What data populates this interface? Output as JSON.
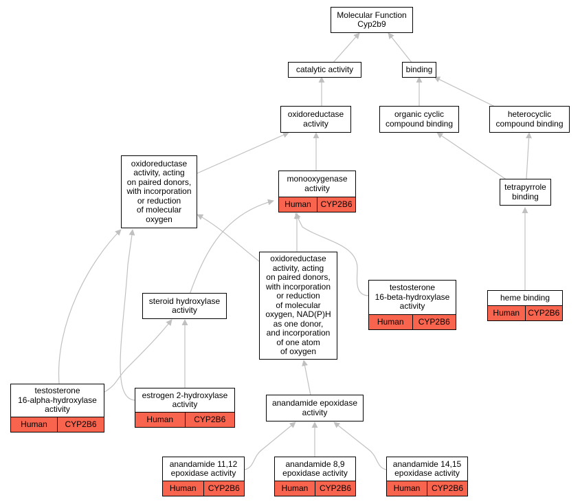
{
  "colors": {
    "edge": "#c0c0c0",
    "tag_fill": "#f8644e",
    "node_border": "#000000"
  },
  "nodes": {
    "molecular_function": {
      "label": "Molecular Function\nCyp2b9"
    },
    "catalytic_activity": {
      "label": "catalytic activity"
    },
    "binding": {
      "label": "binding"
    },
    "oxidoreductase_activity": {
      "label": "oxidoreductase\nactivity"
    },
    "organic_cyclic_compound_binding": {
      "label": "organic cyclic\ncompound binding"
    },
    "heterocyclic_compound_binding": {
      "label": "heterocyclic\ncompound binding"
    },
    "oxidoreductase_paired_donors": {
      "label": "oxidoreductase\nactivity, acting\non paired donors,\nwith incorporation\nor reduction\nof molecular\noxygen"
    },
    "monooxygenase_activity": {
      "label": "monooxygenase\nactivity",
      "tags": [
        "Human",
        "CYP2B6"
      ]
    },
    "tetrapyrrole_binding": {
      "label": "tetrapyrrole\nbinding"
    },
    "oxidoreductase_nadph": {
      "label": "oxidoreductase\nactivity, acting\non paired donors,\nwith incorporation\nor reduction\nof molecular\noxygen, NAD(P)H\nas one donor,\nand incorporation\nof one atom\nof oxygen"
    },
    "testosterone_16beta": {
      "label": "testosterone\n16-beta-hydroxylase\nactivity",
      "tags": [
        "Human",
        "CYP2B6"
      ]
    },
    "heme_binding": {
      "label": "heme binding",
      "tags": [
        "Human",
        "CYP2B6"
      ]
    },
    "steroid_hydroxylase": {
      "label": "steroid hydroxylase\nactivity"
    },
    "testosterone_16alpha": {
      "label": "testosterone\n16-alpha-hydroxylase\nactivity",
      "tags": [
        "Human",
        "CYP2B6"
      ]
    },
    "estrogen_2_hydroxylase": {
      "label": "estrogen 2-hydroxylase\nactivity",
      "tags": [
        "Human",
        "CYP2B6"
      ]
    },
    "anandamide_epoxidase": {
      "label": "anandamide epoxidase\nactivity"
    },
    "anandamide_11_12": {
      "label": "anandamide 11,12\nepoxidase activity",
      "tags": [
        "Human",
        "CYP2B6"
      ]
    },
    "anandamide_8_9": {
      "label": "anandamide 8,9\nepoxidase activity",
      "tags": [
        "Human",
        "CYP2B6"
      ]
    },
    "anandamide_14_15": {
      "label": "anandamide 14,15\nepoxidase activity",
      "tags": [
        "Human",
        "CYP2B6"
      ]
    }
  },
  "edges": [
    [
      "catalytic_activity",
      "molecular_function"
    ],
    [
      "binding",
      "molecular_function"
    ],
    [
      "oxidoreductase_activity",
      "catalytic_activity"
    ],
    [
      "organic_cyclic_compound_binding",
      "binding"
    ],
    [
      "heterocyclic_compound_binding",
      "binding"
    ],
    [
      "oxidoreductase_paired_donors",
      "oxidoreductase_activity"
    ],
    [
      "monooxygenase_activity",
      "oxidoreductase_activity"
    ],
    [
      "tetrapyrrole_binding",
      "organic_cyclic_compound_binding"
    ],
    [
      "tetrapyrrole_binding",
      "heterocyclic_compound_binding"
    ],
    [
      "oxidoreductase_nadph",
      "oxidoreductase_paired_donors"
    ],
    [
      "oxidoreductase_nadph",
      "monooxygenase_activity"
    ],
    [
      "testosterone_16beta",
      "monooxygenase_activity"
    ],
    [
      "heme_binding",
      "tetrapyrrole_binding"
    ],
    [
      "steroid_hydroxylase",
      "monooxygenase_activity"
    ],
    [
      "testosterone_16alpha",
      "oxidoreductase_paired_donors"
    ],
    [
      "testosterone_16alpha",
      "steroid_hydroxylase"
    ],
    [
      "estrogen_2_hydroxylase",
      "oxidoreductase_paired_donors"
    ],
    [
      "estrogen_2_hydroxylase",
      "steroid_hydroxylase"
    ],
    [
      "anandamide_epoxidase",
      "oxidoreductase_nadph"
    ],
    [
      "anandamide_11_12",
      "anandamide_epoxidase"
    ],
    [
      "anandamide_8_9",
      "anandamide_epoxidase"
    ],
    [
      "anandamide_14_15",
      "anandamide_epoxidase"
    ]
  ]
}
